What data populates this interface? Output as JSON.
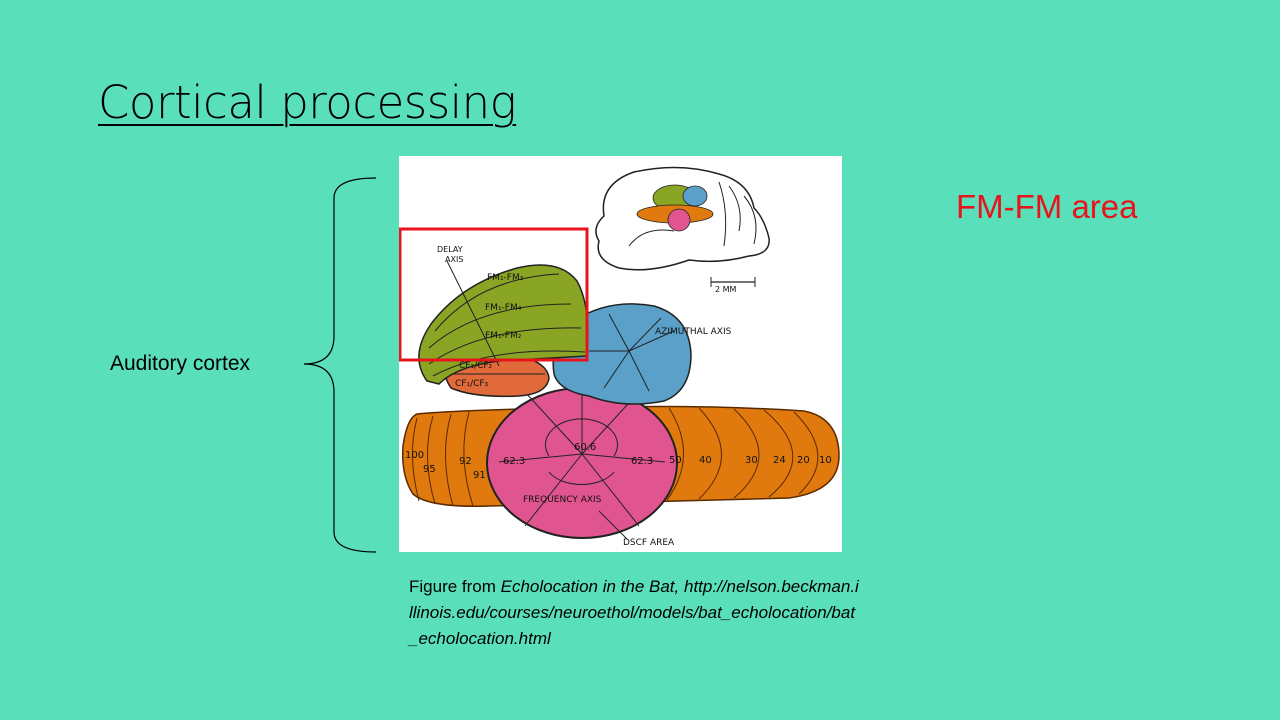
{
  "slide": {
    "title": "Cortical processing",
    "side_label": "Auditory cortex",
    "highlight_label": "FM-FM area"
  },
  "figure": {
    "labels": {
      "delay_axis_1": "DELAY",
      "delay_axis_2": "AXIS",
      "fm1": "FM₁-FM₃",
      "fm2": "FM₁-FM₄",
      "fm3": "FM₁-FM₂",
      "cf1": "CF₁/CF₂",
      "cf2": "CF₁/CF₃",
      "scale": "2 MM",
      "azimuthal_axis": "AZIMUTHAL AXIS",
      "frequency_axis": "FREQUENCY AXIS",
      "dscf_area": "DSCF AREA",
      "center_freq": "60.6",
      "left_freq": "62.3",
      "right_freq": "62.3",
      "tonotopic_left": [
        "100",
        "95",
        "92",
        "91"
      ],
      "tonotopic_right": [
        "50",
        "40",
        "30",
        "24",
        "20",
        "10"
      ]
    },
    "colors": {
      "fm_area": "#8aa424",
      "cf_area": "#e06a3a",
      "azimuth_area": "#5aa0c8",
      "dscf_area": "#e05590",
      "tonotopic_band": "#e07a0e",
      "highlight_box": "#e8141b"
    }
  },
  "caption": {
    "prefix": "Figure from ",
    "source_title": "Echolocation in the Bat,",
    "url": "http://nelson.beckman.illinois.edu/courses/neuroethol/models/bat_echolocation/bat_echolocation.html"
  }
}
